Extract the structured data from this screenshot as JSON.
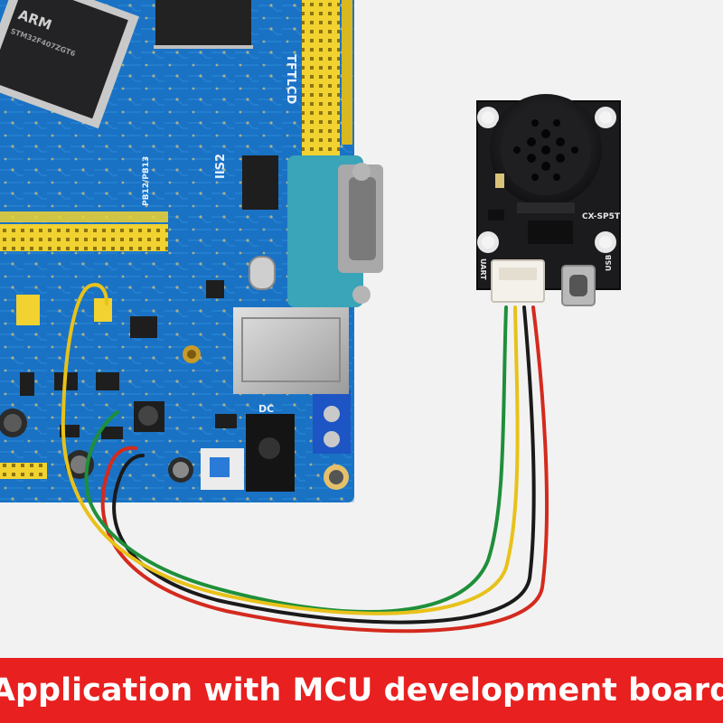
{
  "caption": {
    "text": "Application with MCU development board"
  },
  "board_labels": {
    "chip_brand": "ARM",
    "chip_part": "STM32F407ZGT6",
    "lcd_label": "TFTLCD",
    "iis_label": "IIS2",
    "dc_label": "DC",
    "pin_label": "PB12/PB13"
  },
  "module_labels": {
    "model": "CX-SP5T",
    "uart": "UART",
    "usb": "USB"
  },
  "colors": {
    "pcb_blue": "#1a72c4",
    "module_black": "#1b1b1e",
    "caption_red": "#e8201f",
    "wire_red": "#d42a1e",
    "wire_black": "#1a1a1a",
    "wire_yellow": "#e8c21a",
    "wire_green": "#1f8f3a"
  }
}
